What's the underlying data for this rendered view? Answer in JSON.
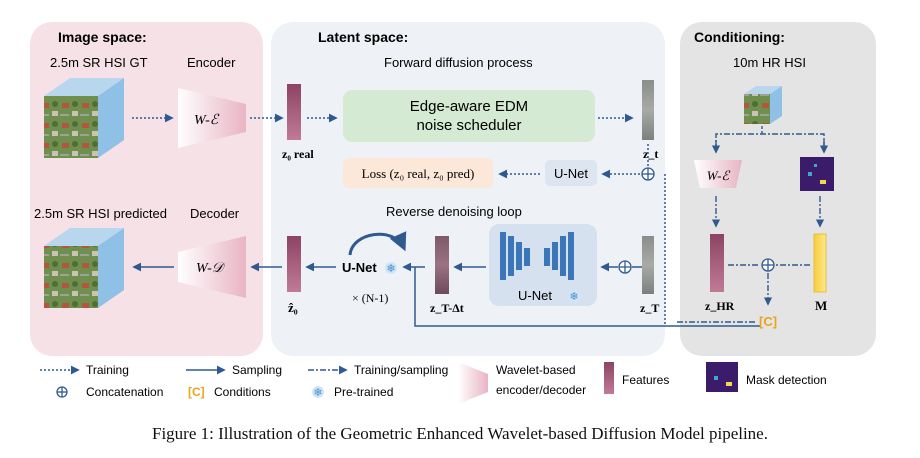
{
  "panels": {
    "image_space": "Image space:",
    "latent_space": "Latent space:",
    "conditioning": "Conditioning:"
  },
  "labels": {
    "sr_gt": "2.5m SR HSI GT",
    "encoder": "Encoder",
    "sr_pred": "2.5m SR HSI predicted",
    "decoder": "Decoder",
    "w_enc": "W-ℰ",
    "w_dec": "W-𝒟",
    "forward": "Forward diffusion process",
    "edm_line1": "Edge-aware EDM",
    "edm_line2": "noise scheduler",
    "loss": "Loss (z₀ real, z₀ pred)",
    "unet": "U-Net",
    "reverse": "Reverse denoising loop",
    "times": "× (N-1)",
    "z0_real": "z₀ real",
    "zt": "z_t",
    "zT": "z_T",
    "zTdt": "z_T-Δt",
    "z0hat": "ẑ₀",
    "hr_hsi": "10m HR HSI",
    "zhr": "z_HR",
    "m": "M",
    "cond": "[C]"
  },
  "legend": {
    "training": "Training",
    "sampling": "Sampling",
    "training_sampling": "Training/sampling",
    "wavelet_line1": "Wavelet-based",
    "wavelet_line2": "encoder/decoder",
    "features": "Features",
    "mask": "Mask detection",
    "concatenation": "Concatenation",
    "conditions_sym": "[C]",
    "conditions": "Conditions",
    "pretrained": "Pre-trained"
  },
  "caption": "Figure 1: Illustration of the Geometric Enhanced Wavelet-based Diffusion Model pipeline.",
  "colors": {
    "image_panel": "#f6e1e7",
    "latent_panel": "#eef2f6",
    "cond_panel": "#e4e4e4",
    "edm_box": "#d5ead3",
    "loss_box": "#fbe8d8",
    "unet_box": "#dde6f0",
    "arrow": "#2f5a8f",
    "cond_orange": "#e8a51c",
    "feature": "#a85c7c",
    "mask_yellow": "#f5dc5c"
  }
}
